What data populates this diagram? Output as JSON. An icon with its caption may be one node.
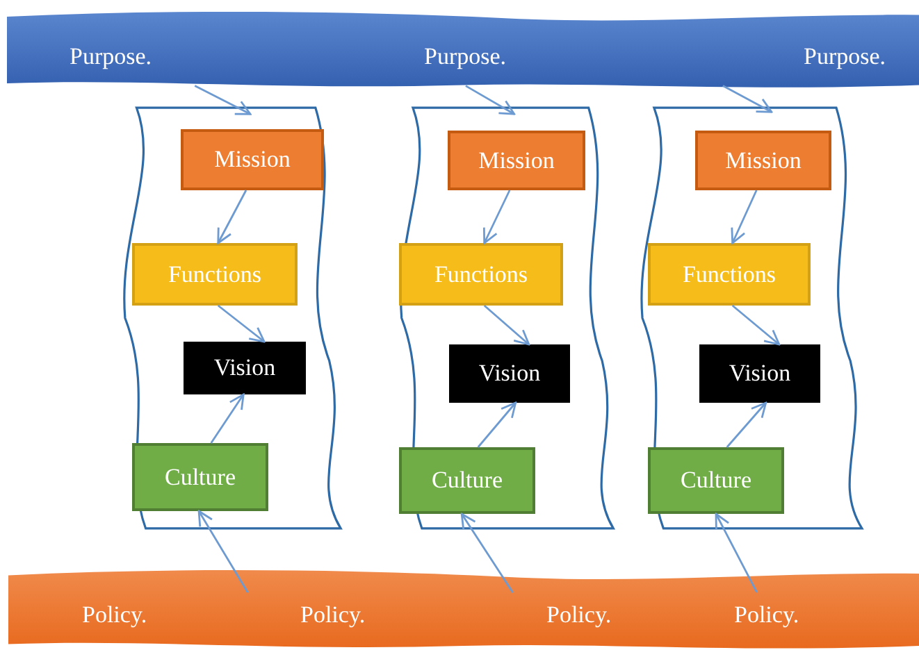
{
  "diagram": {
    "nodes": [
      {
        "text": [
          "Purpose.",
          "Purpose.",
          "Purpose."
        ]
      },
      {
        "text": [],
        "shape": "banner"
      },
      {
        "text": [
          "Mission"
        ],
        "in": 1
      },
      {
        "text": [
          "Functions"
        ],
        "in": 1
      },
      {
        "text": [
          "Vision"
        ],
        "in": 1
      },
      {
        "text": [
          "Culture"
        ],
        "in": 1
      },
      {
        "text": [],
        "shape": "banner"
      },
      {
        "text": [
          "Mission"
        ],
        "in": 6
      },
      {
        "text": [
          "Functions"
        ],
        "in": 6
      },
      {
        "text": [
          "Vision"
        ],
        "in": 6
      },
      {
        "text": [
          "Culture"
        ],
        "in": 6
      },
      {
        "text": [],
        "shape": "banner"
      },
      {
        "text": [
          "Mission"
        ],
        "in": 11
      },
      {
        "text": [
          "Functions"
        ],
        "in": 11
      },
      {
        "text": [
          "Vision"
        ],
        "in": 11
      },
      {
        "text": [
          "Culture"
        ],
        "in": 11
      },
      {
        "text": [
          "Policy.",
          "Policy.",
          "Policy.",
          "Policy."
        ]
      }
    ],
    "edges": [
      {
        "from": 0,
        "to": 1,
        "arrow": "to"
      },
      {
        "from": 2,
        "to": 3,
        "arrow": "to"
      },
      {
        "from": 3,
        "to": 4,
        "arrow": "to"
      },
      {
        "from": 5,
        "to": 4,
        "arrow": "to"
      },
      {
        "from": 16,
        "to": 5,
        "arrow": "to"
      },
      {
        "from": 0,
        "to": 6,
        "arrow": "to"
      },
      {
        "from": 7,
        "to": 8,
        "arrow": "to"
      },
      {
        "from": 8,
        "to": 9,
        "arrow": "to"
      },
      {
        "from": 10,
        "to": 9,
        "arrow": "to"
      },
      {
        "from": 16,
        "to": 10,
        "arrow": "to"
      },
      {
        "from": 0,
        "to": 11,
        "arrow": "to"
      },
      {
        "from": 12,
        "to": 13,
        "arrow": "to"
      },
      {
        "from": 13,
        "to": 14,
        "arrow": "to"
      },
      {
        "from": 15,
        "to": 14,
        "arrow": "to"
      },
      {
        "from": 16,
        "to": 15,
        "arrow": "to"
      }
    ]
  }
}
